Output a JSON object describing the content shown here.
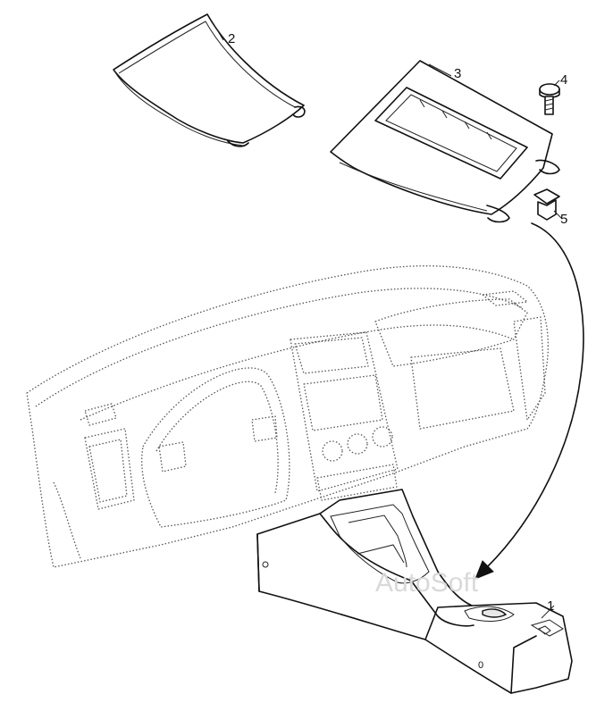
{
  "diagram": {
    "callouts": [
      {
        "id": "1",
        "label": "1"
      },
      {
        "id": "2",
        "label": "2"
      },
      {
        "id": "3",
        "label": "3"
      },
      {
        "id": "4",
        "label": "4"
      },
      {
        "id": "5",
        "label": "5"
      }
    ],
    "console_mark": "0",
    "watermark": "AutoSoft"
  }
}
